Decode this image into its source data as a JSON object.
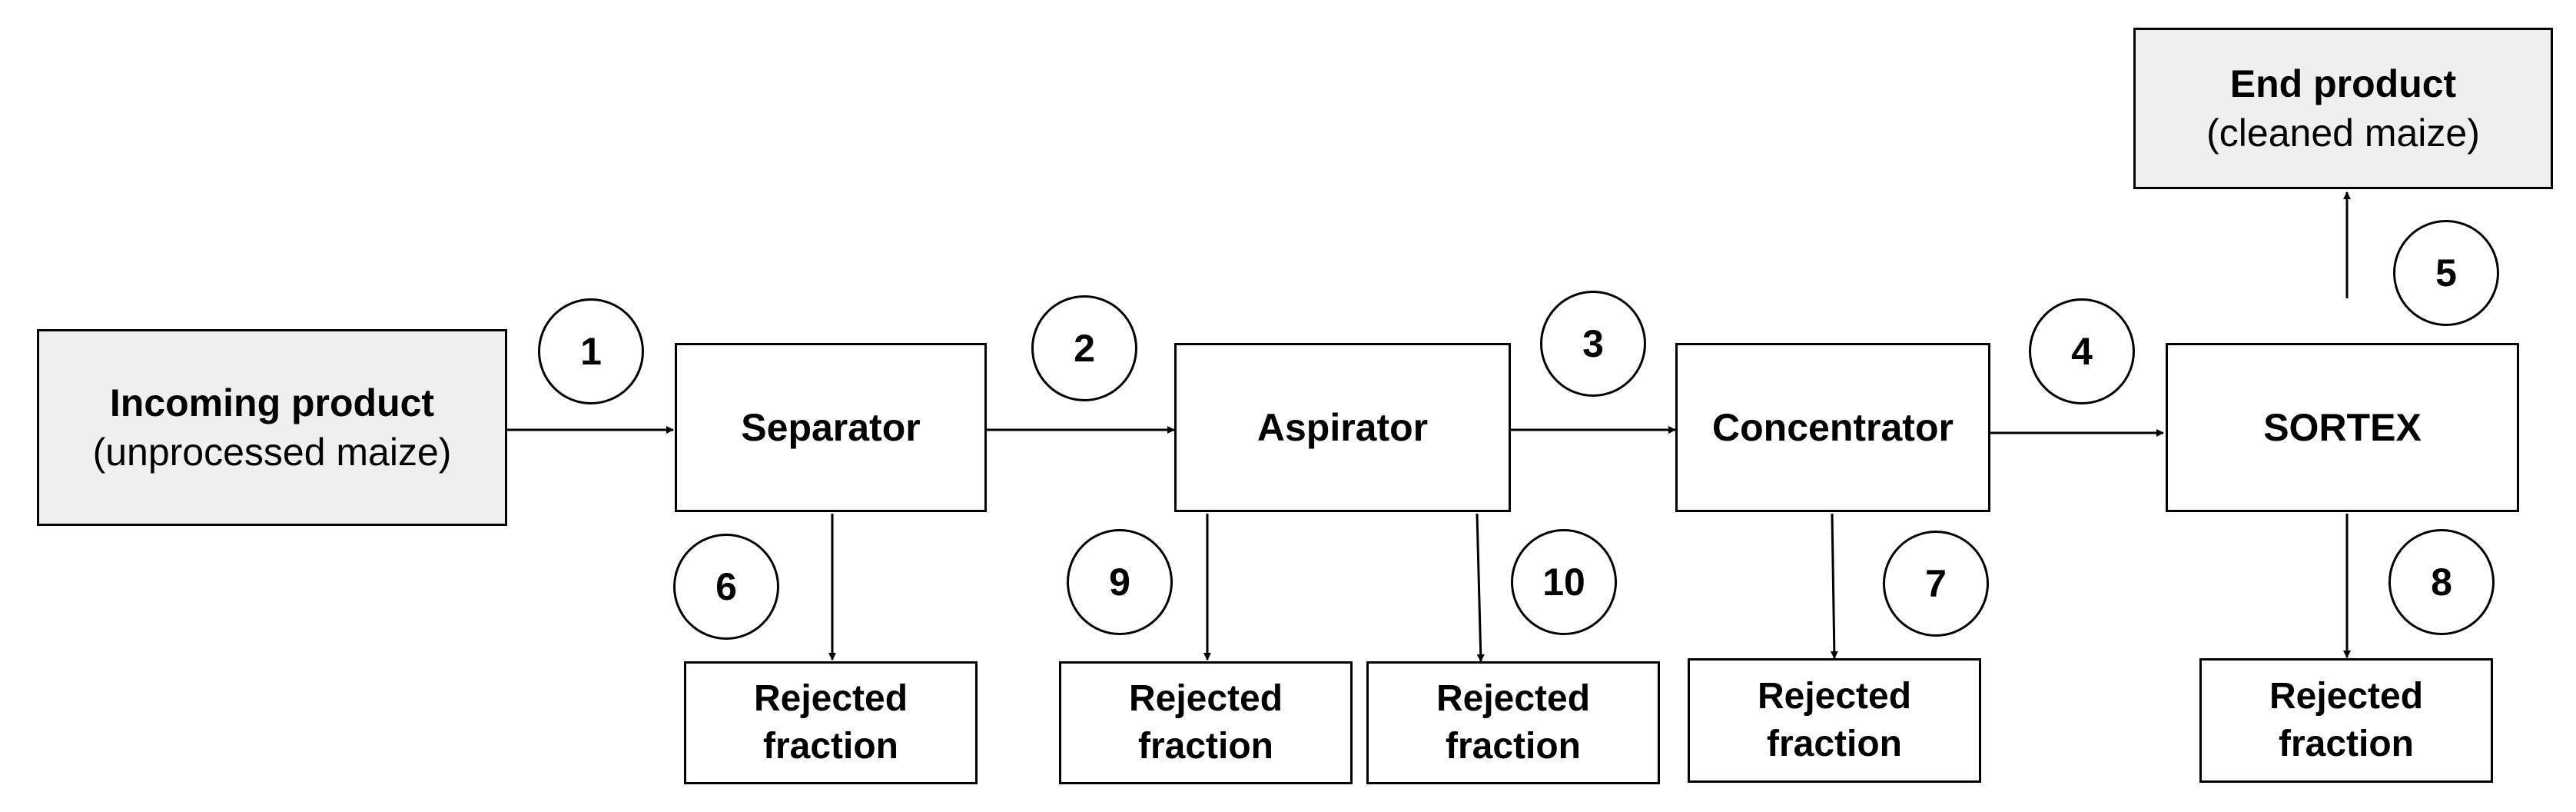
{
  "colors": {
    "terminal_fill": "#efefef",
    "box_fill": "#ffffff",
    "stroke": "#000000"
  },
  "incoming": {
    "title": "Incoming product",
    "subtitle": "(unprocessed maize)"
  },
  "end": {
    "title": "End product",
    "subtitle": "(cleaned maize)"
  },
  "stages": {
    "separator": "Separator",
    "aspirator": "Aspirator",
    "concentrator": "Concentrator",
    "sortex": "SORTEX"
  },
  "rejected": {
    "line1": "Rejected",
    "line2": "fraction"
  },
  "steps": {
    "s1": "1",
    "s2": "2",
    "s3": "3",
    "s4": "4",
    "s5": "5",
    "s6": "6",
    "s7": "7",
    "s8": "8",
    "s9": "9",
    "s10": "10"
  }
}
